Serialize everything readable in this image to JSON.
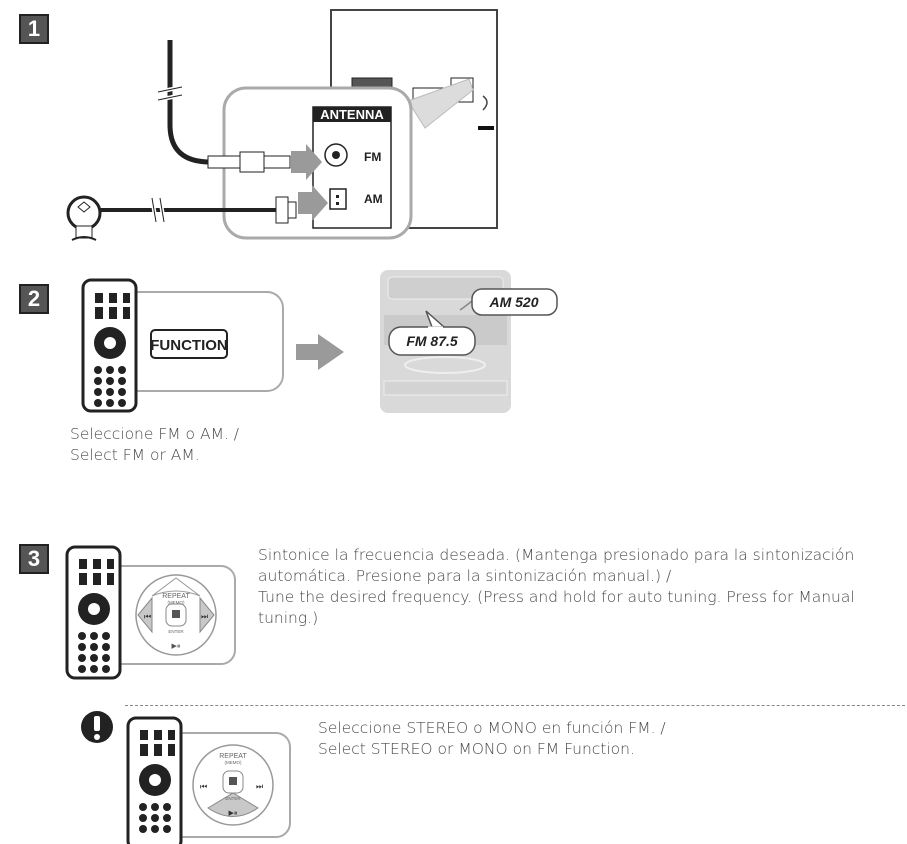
{
  "steps": [
    {
      "badge": "1"
    },
    {
      "badge": "2",
      "caption_es": "Seleccione FM o AM.  /",
      "caption_en": "Select FM or AM."
    },
    {
      "badge": "3",
      "caption_es_1": "Sintonice la frecuencia deseada. (Mantenga presionado para la sintonización",
      "caption_es_2": "automática. Presione para la sintonización manual.)  /",
      "caption_en_1": "Tune the desired frequency. (Press and hold for auto tuning. Press for Manual",
      "caption_en_2": "tuning.)"
    }
  ],
  "antenna_panel": {
    "title": "ANTENNA",
    "fm_label": "FM",
    "am_label": "AM"
  },
  "function_button": {
    "label": "FUNCTION"
  },
  "display": {
    "am_value": "AM 520",
    "fm_value": "FM 87.5"
  },
  "remote_pad": {
    "top_label": "REPEAT",
    "top_sub": "(MEMO)",
    "center_label": "ENTER"
  },
  "remote_pad_note": {
    "top_label": "REPEAT",
    "top_sub": "(MEMO)",
    "center_label": "ENTER"
  },
  "note": {
    "icon": "exclamation-icon",
    "text_es": "Seleccione STEREO o MONO en función FM.  /",
    "text_en": "Select STEREO or MONO on FM Function."
  },
  "colors": {
    "badge": "#555555",
    "arrow": "#9a9a9a",
    "panel_border": "#aaaaaa",
    "highlight": "#cfcfcf"
  }
}
